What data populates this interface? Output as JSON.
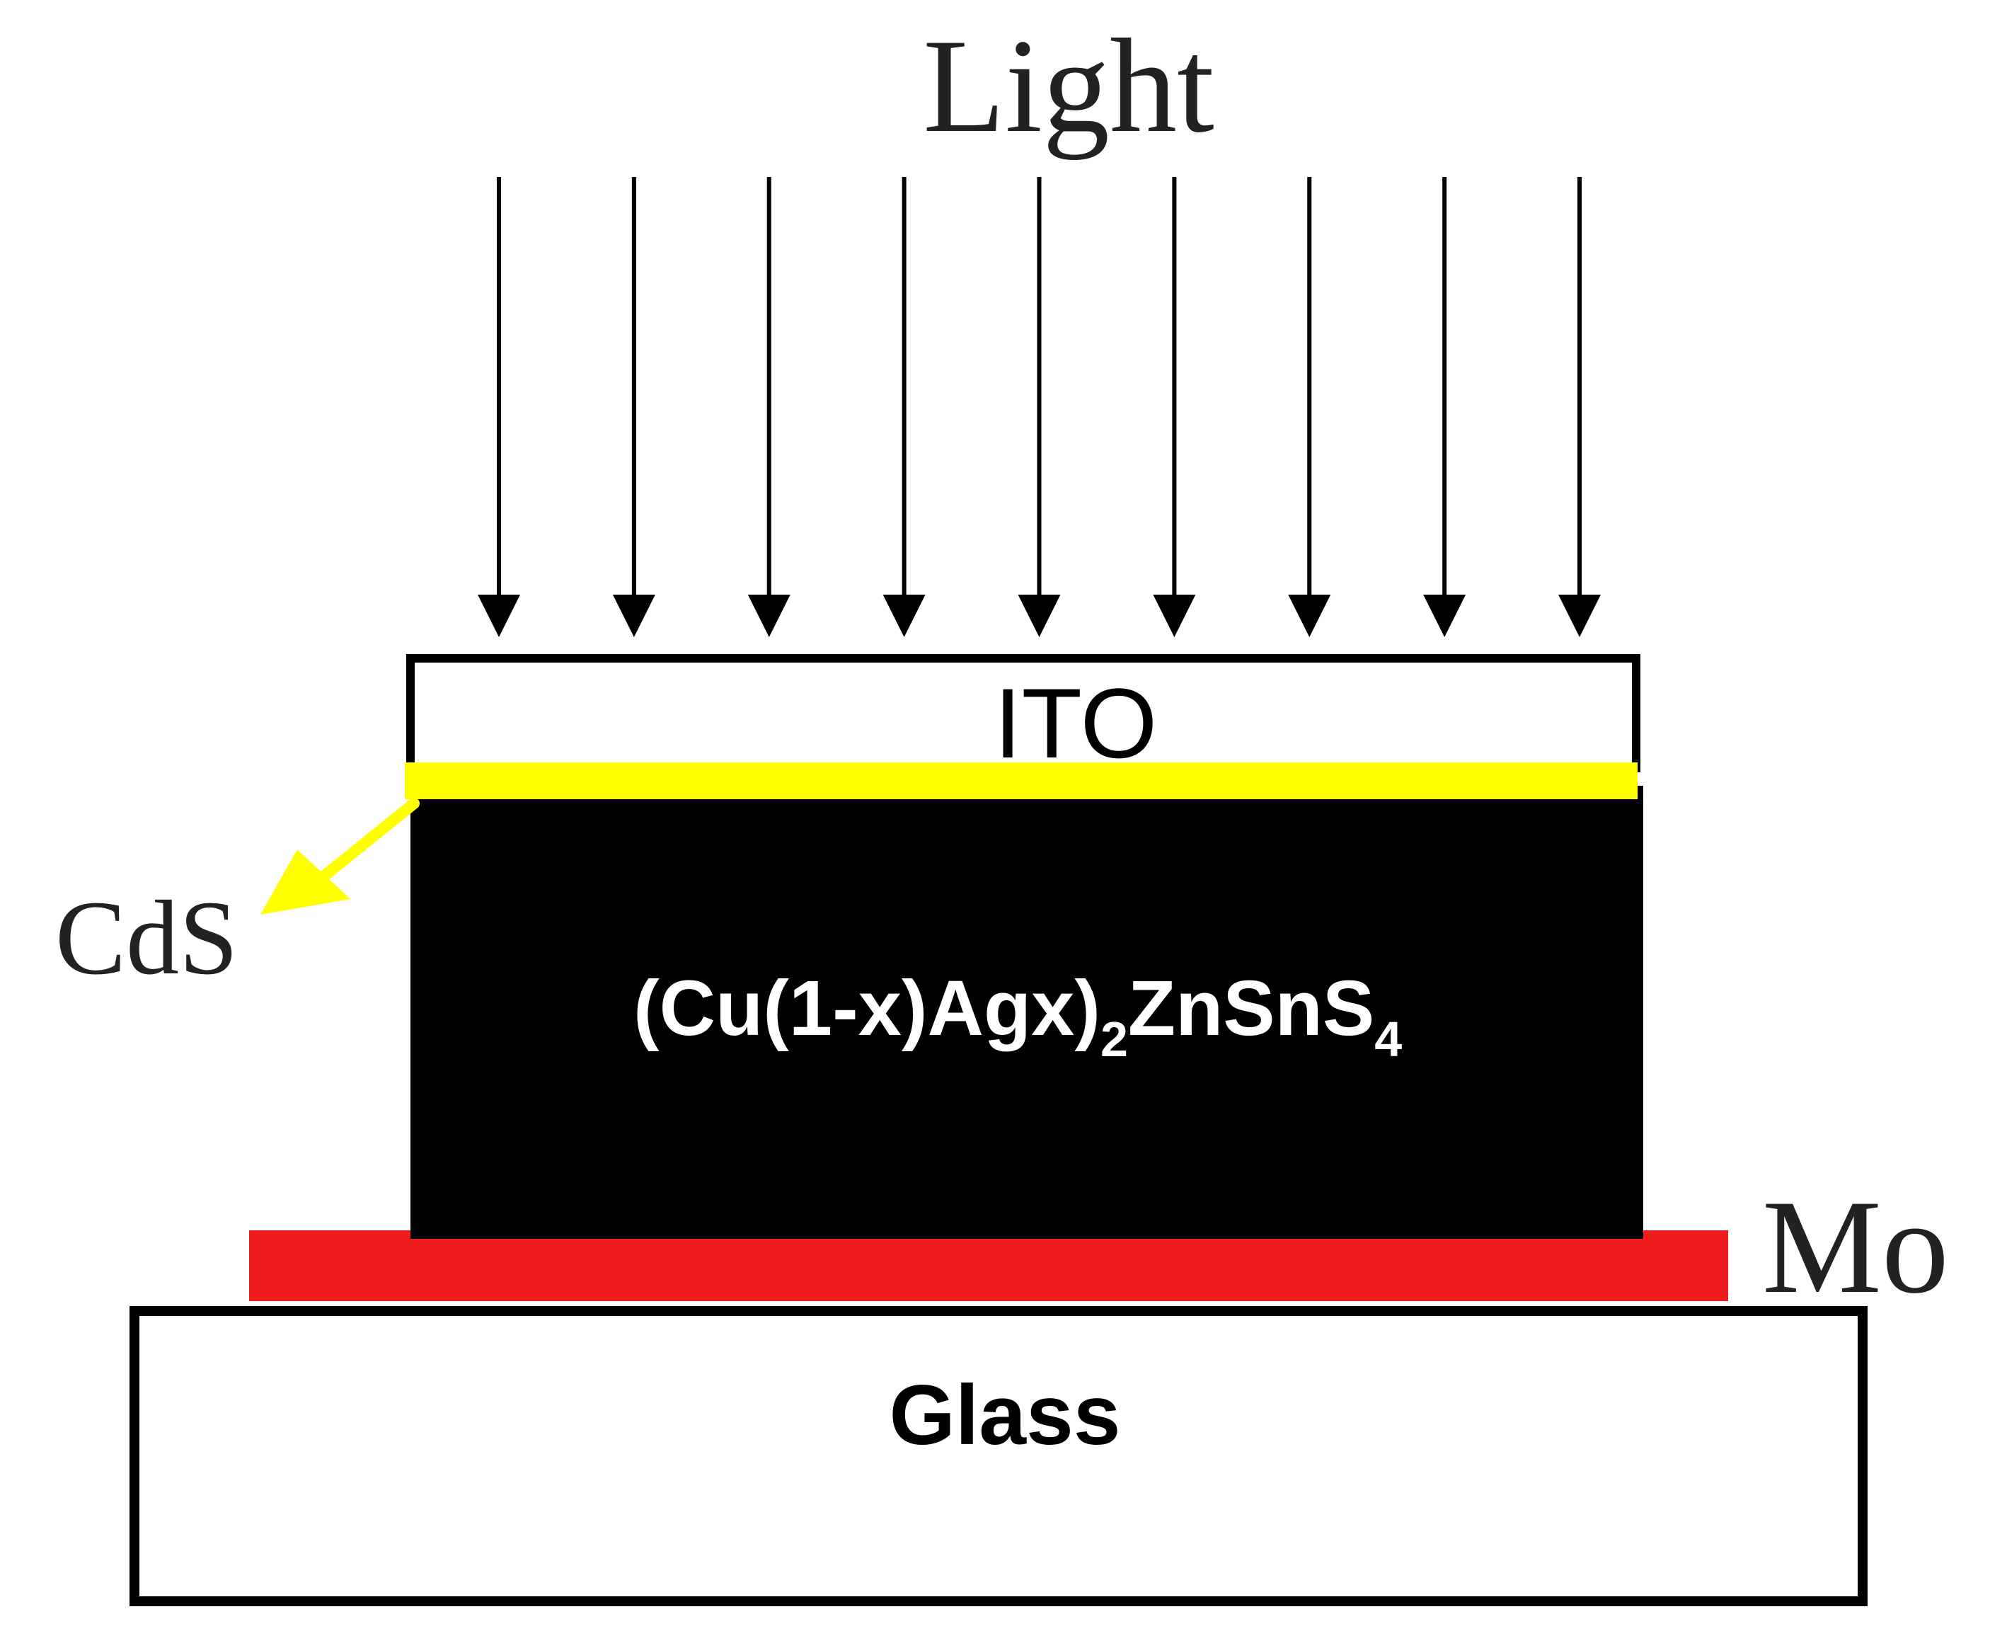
{
  "diagram": {
    "light_label": "Light",
    "ito_label": "ITO",
    "cds_label": "CdS",
    "absorber": {
      "prefix": "(Cu(1-x)Agx)",
      "sub1": "2",
      "middle": "ZnSnS",
      "sub2": "4"
    },
    "mo_label": "Mo",
    "glass_label": "Glass",
    "arrow_count": 9,
    "colors": {
      "cds_layer": "#ffff00",
      "absorber_layer": "#000000",
      "mo_layer": "#ee1c1c",
      "outline": "#000000",
      "absorber_text": "#ffffff"
    }
  }
}
